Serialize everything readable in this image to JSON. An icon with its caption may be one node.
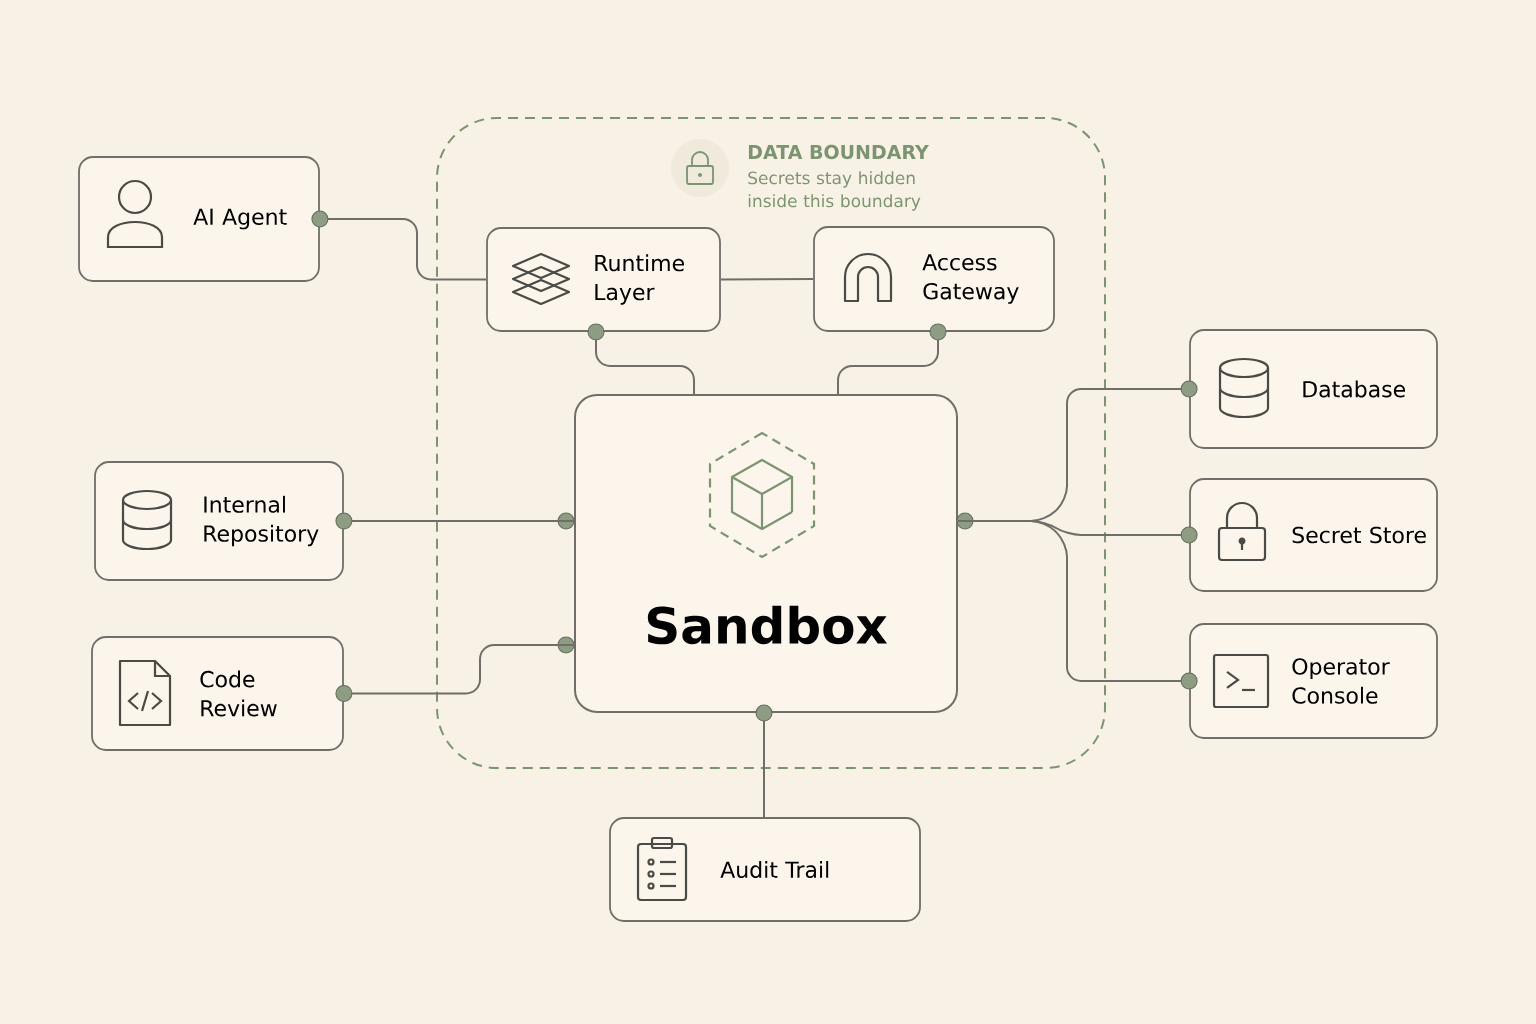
{
  "diagram": {
    "nodes": [
      {
        "text": [
          "DATA BOUNDARY",
          "Secrets stay hidden inside this boundary"
        ]
      },
      {
        "text": [
          "AI Agent"
        ]
      },
      {
        "text": [
          "Runtime Layer"
        ],
        "in": 0
      },
      {
        "text": [
          "Access Gateway"
        ],
        "in": 0
      },
      {
        "text": [
          "Sandbox"
        ],
        "in": 0
      },
      {
        "text": [
          "Internal Repository"
        ]
      },
      {
        "text": [
          "Code Review"
        ]
      },
      {
        "text": [
          "Database"
        ]
      },
      {
        "text": [
          "Secret Store"
        ]
      },
      {
        "text": [
          "Operator Console"
        ]
      },
      {
        "text": [
          "Audit Trail"
        ]
      }
    ],
    "edges": [
      {
        "from": 2,
        "to": 1,
        "arrow": "other"
      },
      {
        "from": 2,
        "to": 3,
        "arrow": "none"
      },
      {
        "from": 4,
        "to": 2,
        "arrow": "other"
      },
      {
        "from": 4,
        "to": 3,
        "arrow": "other"
      },
      {
        "from": 4,
        "to": 5,
        "arrow": "other"
      },
      {
        "from": 4,
        "to": 6,
        "arrow": "other"
      },
      {
        "from": 4,
        "to": 7,
        "arrow": "other"
      },
      {
        "from": 4,
        "to": 8,
        "arrow": "other"
      },
      {
        "from": 4,
        "to": 9,
        "arrow": "other"
      },
      {
        "from": 10,
        "to": 4,
        "arrow": "other"
      }
    ]
  }
}
